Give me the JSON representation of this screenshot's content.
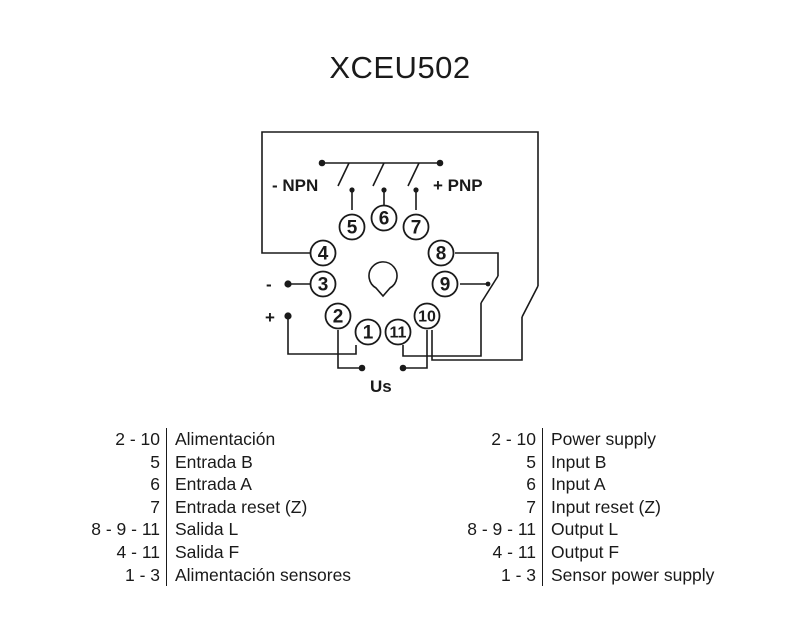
{
  "title": "XCEU502",
  "diagram": {
    "pins": [
      "1",
      "2",
      "3",
      "4",
      "5",
      "6",
      "7",
      "8",
      "9",
      "10",
      "11"
    ],
    "labels": {
      "npn": "- NPN",
      "pnp": "+ PNP",
      "minus": "-",
      "plus": "+",
      "us": "Us"
    }
  },
  "legend_es": [
    {
      "pins": "2 - 10",
      "desc": "Alimentación"
    },
    {
      "pins": "5",
      "desc": "Entrada B"
    },
    {
      "pins": "6",
      "desc": "Entrada A"
    },
    {
      "pins": "7",
      "desc": "Entrada reset (Z)"
    },
    {
      "pins": "8 - 9 - 11",
      "desc": "Salida L"
    },
    {
      "pins": "4 - 11",
      "desc": "Salida F"
    },
    {
      "pins": "1 - 3",
      "desc": "Alimentación sensores"
    }
  ],
  "legend_en": [
    {
      "pins": "2 - 10",
      "desc": "Power supply"
    },
    {
      "pins": "5",
      "desc": "Input B"
    },
    {
      "pins": "6",
      "desc": "Input A"
    },
    {
      "pins": "7",
      "desc": "Input reset (Z)"
    },
    {
      "pins": "8 - 9 - 11",
      "desc": "Output L"
    },
    {
      "pins": "4 - 11",
      "desc": "Output F"
    },
    {
      "pins": "1 - 3",
      "desc": "Sensor power supply"
    }
  ]
}
